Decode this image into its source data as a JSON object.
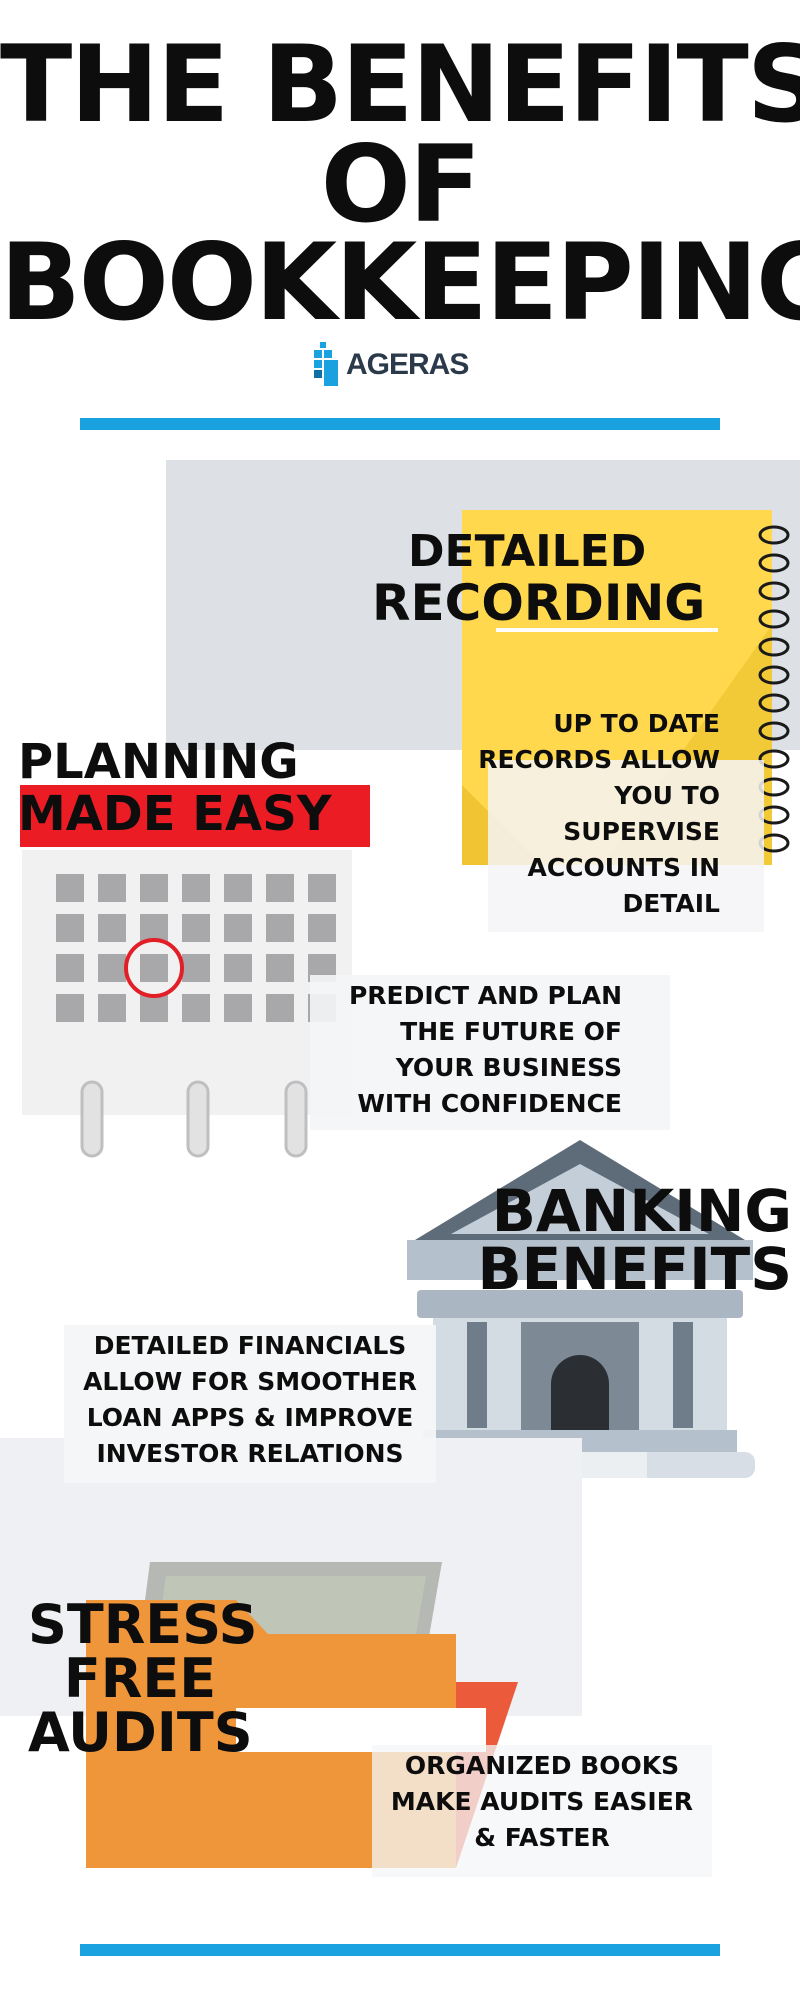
{
  "title": {
    "line1": "THE BENEFITS",
    "line2": "OF",
    "line3": "BOOKKEEPING"
  },
  "brand": {
    "logo_text": "AGERAS",
    "colors": {
      "logo_blue": "#1aa1e0",
      "logo_dark": "#2b3a4a"
    }
  },
  "sections": {
    "detailed_recording": {
      "heading_1": "DETAILED",
      "heading_2": "RECORDING",
      "body_1": "UP TO DATE",
      "body_2": "RECORDS ALLOW",
      "body_3": "YOU TO",
      "body_4": "SUPERVISE",
      "body_5": "ACCOUNTS IN",
      "body_6": "DETAIL",
      "icon": "notebook-icon"
    },
    "planning": {
      "heading_1": "PLANNING",
      "heading_2": "MADE EASY",
      "body_1": "PREDICT AND PLAN",
      "body_2": "THE FUTURE OF",
      "body_3": "YOUR BUSINESS",
      "body_4": "WITH CONFIDENCE",
      "icon": "calendar-icon"
    },
    "banking": {
      "heading_1": "BANKING",
      "heading_2": "BENEFITS",
      "body_1": "DETAILED FINANCIALS",
      "body_2": "ALLOW FOR SMOOTHER",
      "body_3": "LOAN APPS & IMPROVE",
      "body_4": "INVESTOR RELATIONS",
      "icon": "bank-icon"
    },
    "audits": {
      "heading_1": "STRESS",
      "heading_2": "FREE",
      "heading_3": "AUDITS",
      "body_1": "ORGANIZED BOOKS",
      "body_2": "MAKE AUDITS EASIER",
      "body_3": "& FASTER",
      "icon": "folder-icon"
    }
  },
  "colors": {
    "accent_blue": "#1aa1e0",
    "notebook_yellow": "#ffd84d",
    "planning_red": "#ec1c24",
    "folder_orange": "#f0963a",
    "bank_gray": "#b7c3cd"
  }
}
